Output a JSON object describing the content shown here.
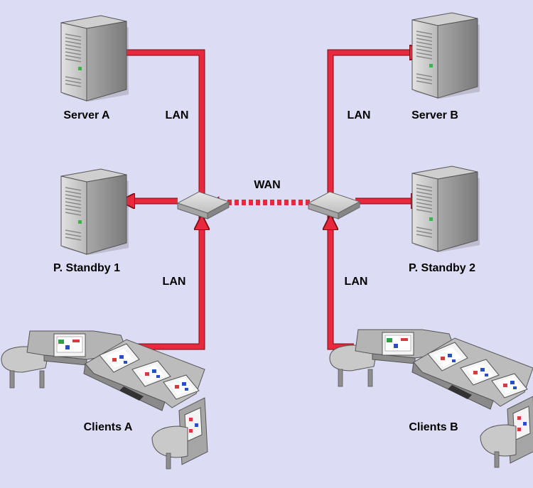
{
  "colors": {
    "background": "#dcdcf4",
    "link": "#e8283c",
    "link_dark": "#a0101c",
    "server_light": "#d4d4d4",
    "server_mid": "#a6a6a6",
    "server_dark": "#6e6e6e",
    "console_top": "#cfcfcf",
    "console_front": "#9a9a9a"
  },
  "nodes": {
    "server_a": {
      "label": "Server A",
      "icon": "server-icon"
    },
    "server_b": {
      "label": "Server B",
      "icon": "server-icon"
    },
    "standby_1": {
      "label": "P. Standby 1",
      "icon": "server-icon"
    },
    "standby_2": {
      "label": "P. Standby 2",
      "icon": "server-icon"
    },
    "clients_a": {
      "label": "Clients A",
      "icon": "control-console-icon"
    },
    "clients_b": {
      "label": "Clients B",
      "icon": "control-console-icon"
    },
    "switch_left": {
      "icon": "network-switch-icon"
    },
    "switch_right": {
      "icon": "network-switch-icon"
    }
  },
  "links": {
    "lan_top_left": "LAN",
    "lan_top_right": "LAN",
    "lan_bottom_left": "LAN",
    "lan_bottom_right": "LAN",
    "wan": "WAN"
  }
}
